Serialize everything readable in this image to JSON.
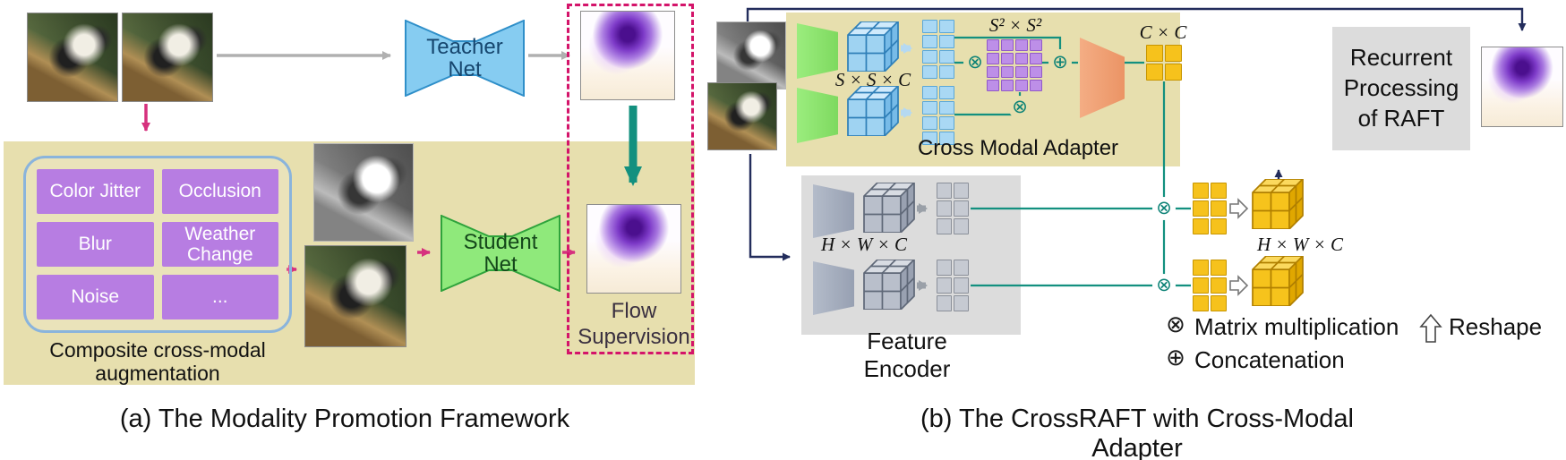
{
  "panel_a": {
    "caption": "(a) The Modality Promotion Framework",
    "teacher_net_label": "Teacher Net",
    "student_net_label": "Student Net",
    "aug_items": [
      "Color Jitter",
      "Occlusion",
      "Blur",
      "Weather Change",
      "Noise",
      "..."
    ],
    "aug_caption": "Composite cross-modal augmentation",
    "flow_supervision_label": "Flow Supervision"
  },
  "panel_b": {
    "caption": "(b) The CrossRAFT with Cross-Modal Adapter",
    "adapter_label": "Cross Modal Adapter",
    "dim_ssc": "S × S × C",
    "dim_s2s2": "S² × S²",
    "dim_cc": "C × C",
    "dim_hwc_encoder": "H × W × C",
    "dim_hwc_output": "H × W × C",
    "feature_encoder_label": "Feature Encoder",
    "recurrent_label": "Recurrent Processing of RAFT",
    "legend": {
      "matmul": "Matrix multiplication",
      "concat": "Concatenation",
      "reshape": "Reshape"
    }
  },
  "icons": {
    "matmul_icon": "⊗",
    "concat_icon": "⊕"
  }
}
